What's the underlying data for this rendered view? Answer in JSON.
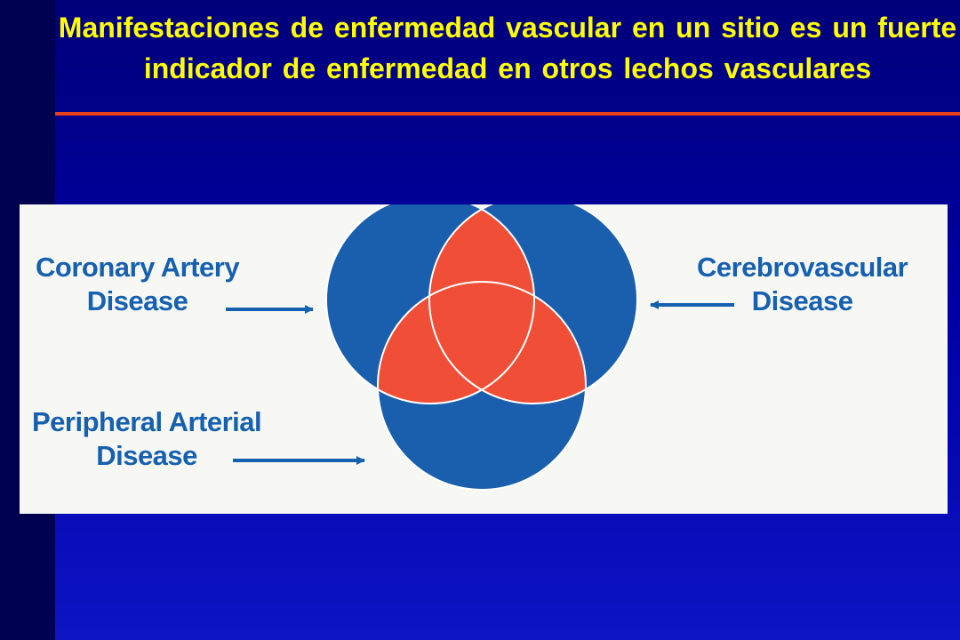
{
  "slide": {
    "title": "Manifestaciones de enfermedad vascular en un sitio es un fuerte indicador de enfermedad en otros lechos vasculares"
  },
  "diagram": {
    "type": "venn",
    "labels": {
      "coronary_line1": "Coronary Artery",
      "coronary_line2": "Disease",
      "cerebro_line1": "Cerebrovascular",
      "cerebro_line2": "Disease",
      "peripheral_line1": "Peripheral Arterial",
      "peripheral_line2": "Disease"
    },
    "colors": {
      "circle": "#1a5fae",
      "overlap": "#f04e36",
      "outline": "#ffffff",
      "label": "#1660b0",
      "title": "#ffff00",
      "rule": "#e8401c"
    }
  }
}
